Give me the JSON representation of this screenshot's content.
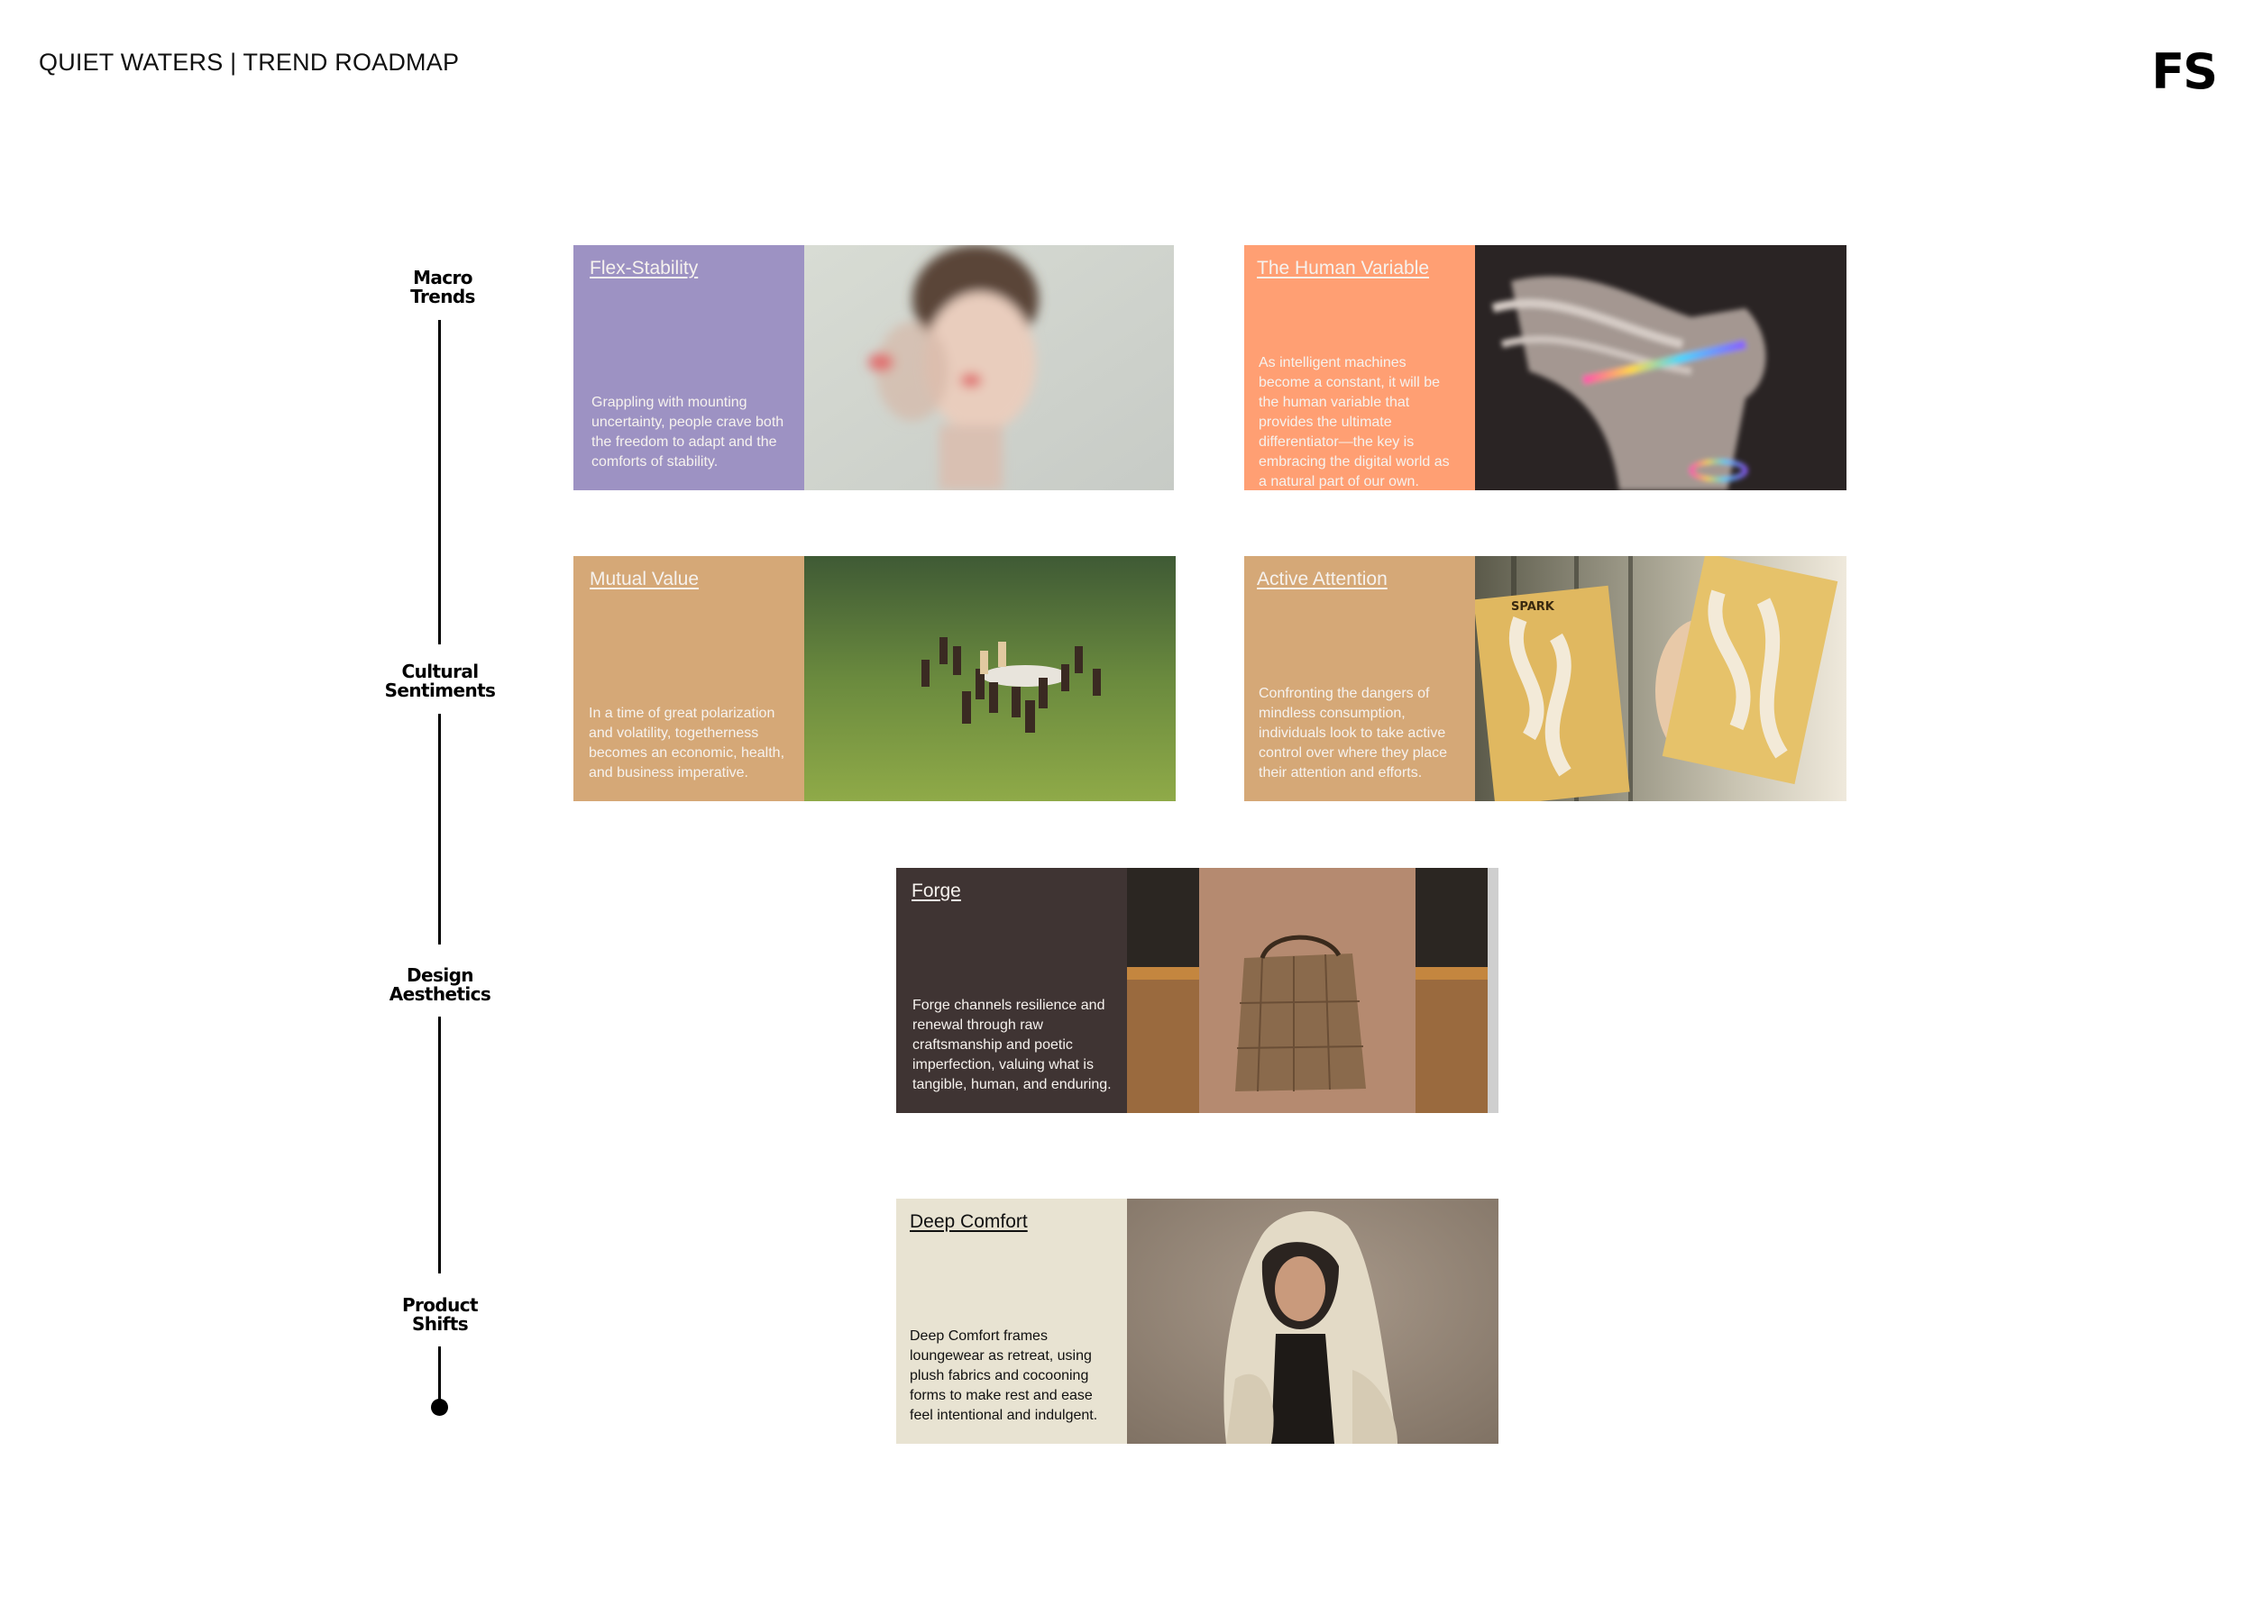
{
  "header": {
    "title": "QUIET WATERS | TREND ROADMAP",
    "logo": "FS"
  },
  "timeline": {
    "stages": [
      {
        "line1": "Macro",
        "line2": "Trends"
      },
      {
        "line1": "Cultural",
        "line2": "Sentiments"
      },
      {
        "line1": "Design",
        "line2": "Aesthetics"
      },
      {
        "line1": "Product",
        "line2": "Shifts"
      }
    ]
  },
  "cards": [
    {
      "title": "Flex-Stability ",
      "description": "Grappling with mounting uncertainty, people crave both the freedom to adapt and the comforts of stability.",
      "panel_color": "#9d92c3",
      "image": "blurred-portrait"
    },
    {
      "title": "The Human Variable",
      "description": "As intelligent machines become a constant, it will be the human variable that provides the ultimate differentiator—the key is embracing the digital world as a natural part of our own.",
      "panel_color": "#ff9f73",
      "image": "iridescent-profile"
    },
    {
      "title": "Mutual Value",
      "description": "In a time of great polarization and volatility, togetherness becomes an economic, health, and business imperative.",
      "panel_color": "#d5a877",
      "image": "group-in-meadow"
    },
    {
      "title": "Active Attention",
      "description": "Confronting the dangers of mindless consumption, individuals look to take active control over where they place their attention and efforts.",
      "panel_color": "#d5a877",
      "image": "spark-magazines",
      "image_text": "SPARK"
    },
    {
      "title": "Forge",
      "description": "Forge channels resilience and renewal through raw craftsmanship and poetic imperfection, valuing what is tangible, human, and enduring.",
      "panel_color": "#3f3433",
      "image": "plaid-bag-on-chair"
    },
    {
      "title": "Deep Comfort",
      "description": "Deep Comfort frames loungewear as retreat, using plush fabrics and cocooning forms to make rest and ease feel intentional and indulgent.",
      "panel_color": "#e8e3d2",
      "image": "hooded-puffer-coat"
    }
  ]
}
